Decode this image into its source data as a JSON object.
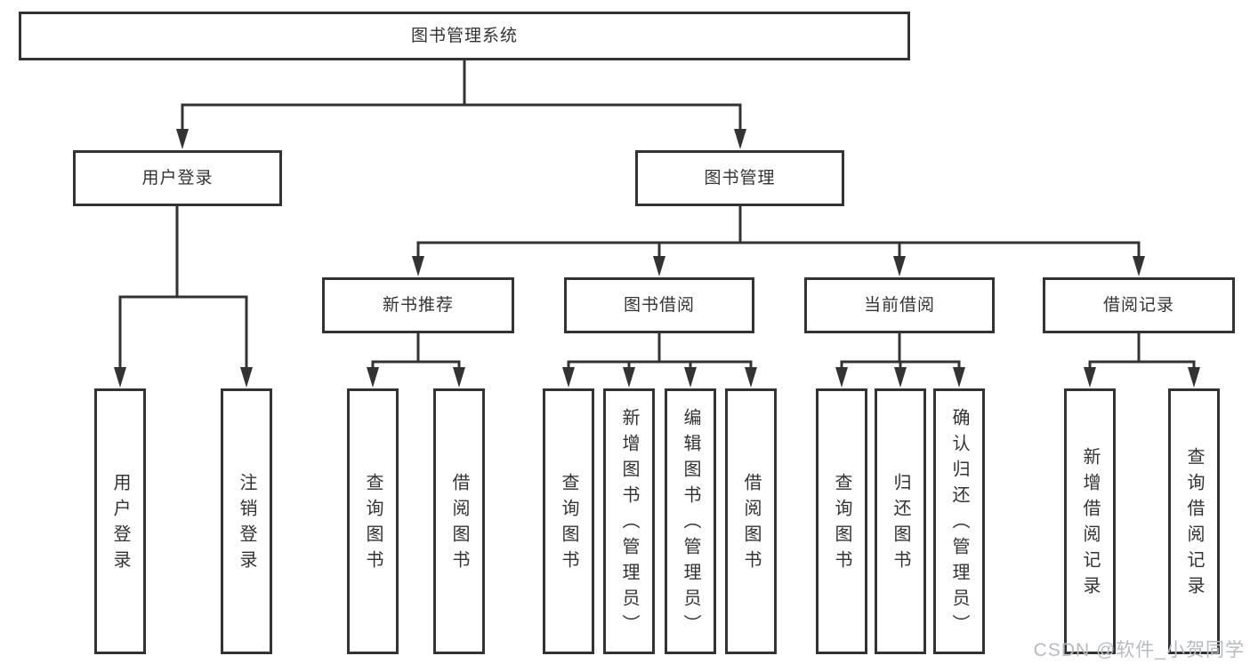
{
  "diagram": {
    "title": "图书管理系统",
    "level2": {
      "user_login": "用户登录",
      "book_mgmt": "图书管理"
    },
    "level3": {
      "new_books": "新书推荐",
      "book_borrow": "图书借阅",
      "current_borrow": "当前借阅",
      "borrow_records": "借阅记录"
    },
    "leaves": {
      "user_login": [
        "用户登录",
        "注销登录"
      ],
      "new_books": [
        "查询图书",
        "借阅图书"
      ],
      "book_borrow": [
        "查询图书",
        "新增图书（管理员）",
        "编辑图书（管理员）",
        "借阅图书"
      ],
      "current_borrow": [
        "查询图书",
        "归还图书",
        "确认归还（管理员）"
      ],
      "borrow_records": [
        "新增借阅记录",
        "查询借阅记录"
      ]
    },
    "watermark": "CSDN @软件_小贺同学",
    "colors": {
      "line": "#333333",
      "text": "#333333",
      "background": "#ffffff",
      "watermark": "#b7bbc1"
    }
  }
}
